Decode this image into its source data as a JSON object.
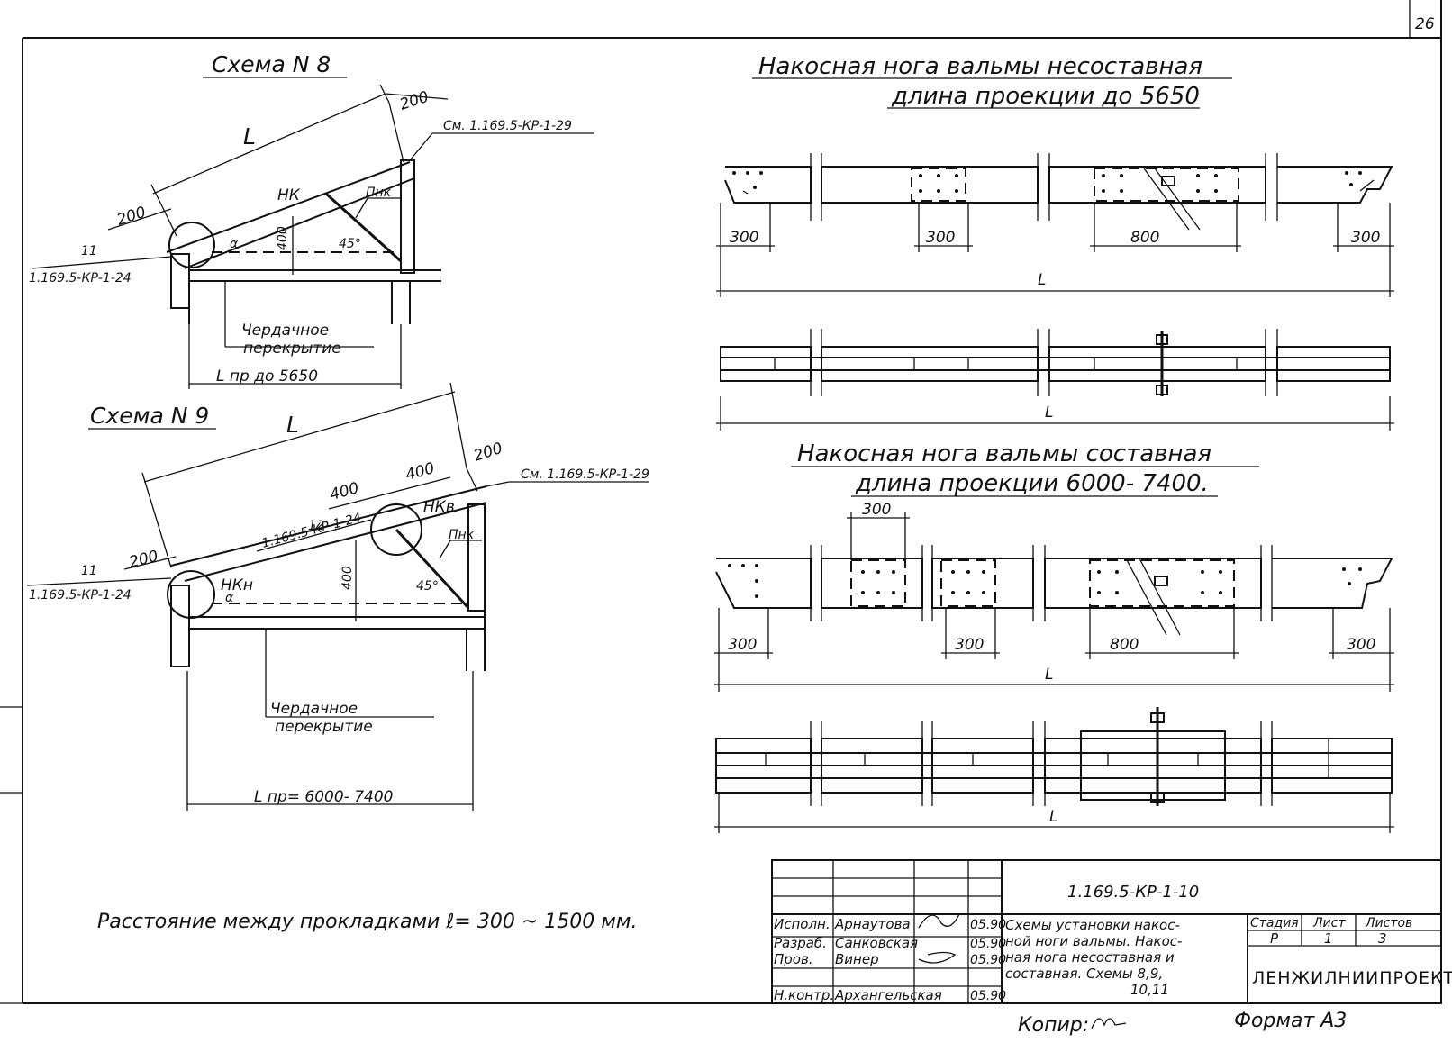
{
  "sheet_number": "26",
  "scheme8": {
    "title": "Схема N 8",
    "L": "L",
    "nk": "НК",
    "ref_top": "См. 1.169.5-КР-1-29",
    "ref_num": "11",
    "ref_bottom": "1.169.5-КР-1-24",
    "pnk": "Пнк",
    "dim_200_top": "200",
    "dim_200_left": "200",
    "dim_400": "400",
    "angle": "45°",
    "alpha": "α",
    "attic_line1": "Чердачное",
    "attic_line2": "перекрытие",
    "span": "L пр до 5650"
  },
  "scheme9": {
    "title": "Схема N 9",
    "L": "L",
    "nkv": "НКв",
    "nkn": "НКн",
    "ref_top": "См. 1.169.5-КР-1-29",
    "ref12_num": "12",
    "ref12": "1.169.5-КР-1-24",
    "ref11_num": "11",
    "ref11": "1.169.5-КР-1-24",
    "pnk": "Пнк",
    "dim_200_top": "200",
    "dim_200_left": "200",
    "dim_400a": "400",
    "dim_400b": "400",
    "dim_400v": "400",
    "angle": "45°",
    "alpha": "α",
    "attic_line1": "Чердачное",
    "attic_line2": "перекрытие",
    "span": "L пр= 6000- 7400"
  },
  "right_top": {
    "title_line1": "Накосная нога вальмы несоставная",
    "title_line2": "длина проекции до 5650",
    "dim_300a": "300",
    "dim_300b": "300",
    "dim_800": "800",
    "dim_300c": "300",
    "L1": "L",
    "L2": "L"
  },
  "right_bottom": {
    "title_line1": "Накосная нога вальмы составная",
    "title_line2": "длина проекции 6000- 7400.",
    "dim_300_top": "300",
    "dim_300a": "300",
    "dim_300b": "300",
    "dim_800": "800",
    "dim_300c": "300",
    "L1": "L",
    "L2": "L"
  },
  "note": "Расстояние между прокладками ℓ= 300 ~ 1500 мм.",
  "title_block": {
    "doc_code": "1.169.5-КР-1-10",
    "rows": [
      {
        "role": "Исполн.",
        "name": "Арнаутова",
        "date": "05.90"
      },
      {
        "role": "Разраб.",
        "name": "Санковская",
        "date": "05.90"
      },
      {
        "role": "Пров.",
        "name": "Винер",
        "date": "05.90"
      },
      {
        "role": "Н.контр.",
        "name": "Архангельская",
        "date": "05.90"
      }
    ],
    "description": [
      "Схемы установки накос-",
      "ной ноги вальмы. Накос-",
      "ная нога несоставная и",
      "составная. Схемы 8,9,",
      "10,11"
    ],
    "stage_label": "Стадия",
    "sheet_label": "Лист",
    "sheets_label": "Листов",
    "stage": "Р",
    "sheet": "1",
    "sheets": "3",
    "organization": "ЛЕНЖИЛНИИПРОЕКТ"
  },
  "copy_label": "Копир:",
  "format_label": "Формат А3"
}
